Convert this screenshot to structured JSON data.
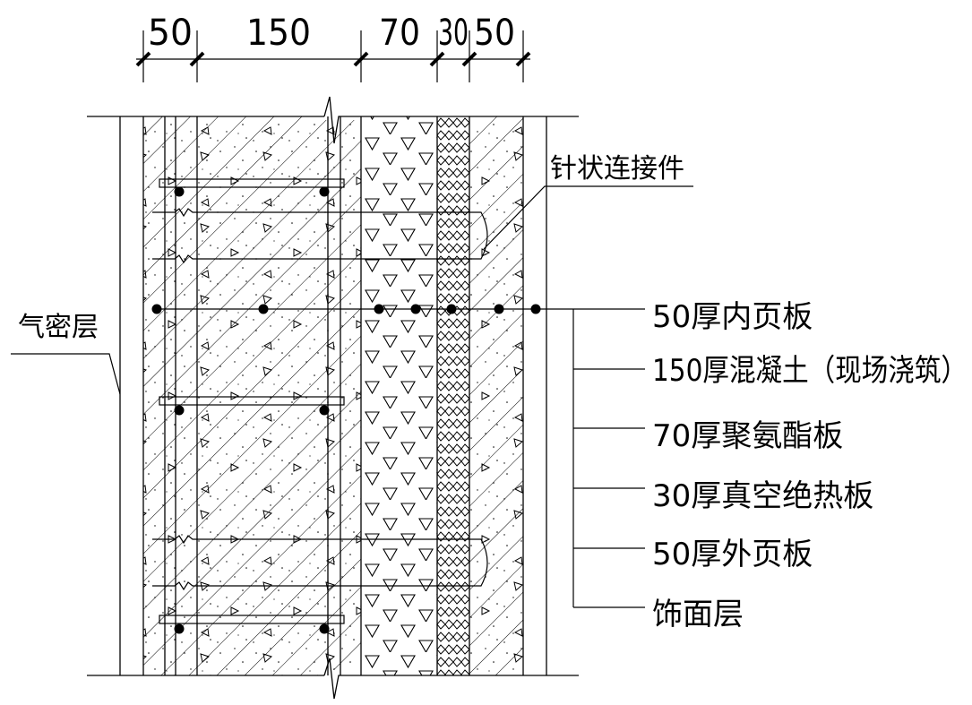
{
  "dimensions": {
    "labels": [
      "50",
      "150",
      "70",
      "30",
      "50"
    ]
  },
  "labels": {
    "air_barrier": "气密层",
    "connector": "针状连接件"
  },
  "legend": [
    "50厚内页板",
    "150厚混凝土（现场浇筑）",
    "70厚聚氨酯板",
    "30厚真空绝热板",
    "50厚外页板",
    "饰面层"
  ],
  "colors": {
    "line": "#000000",
    "background": "#ffffff"
  }
}
